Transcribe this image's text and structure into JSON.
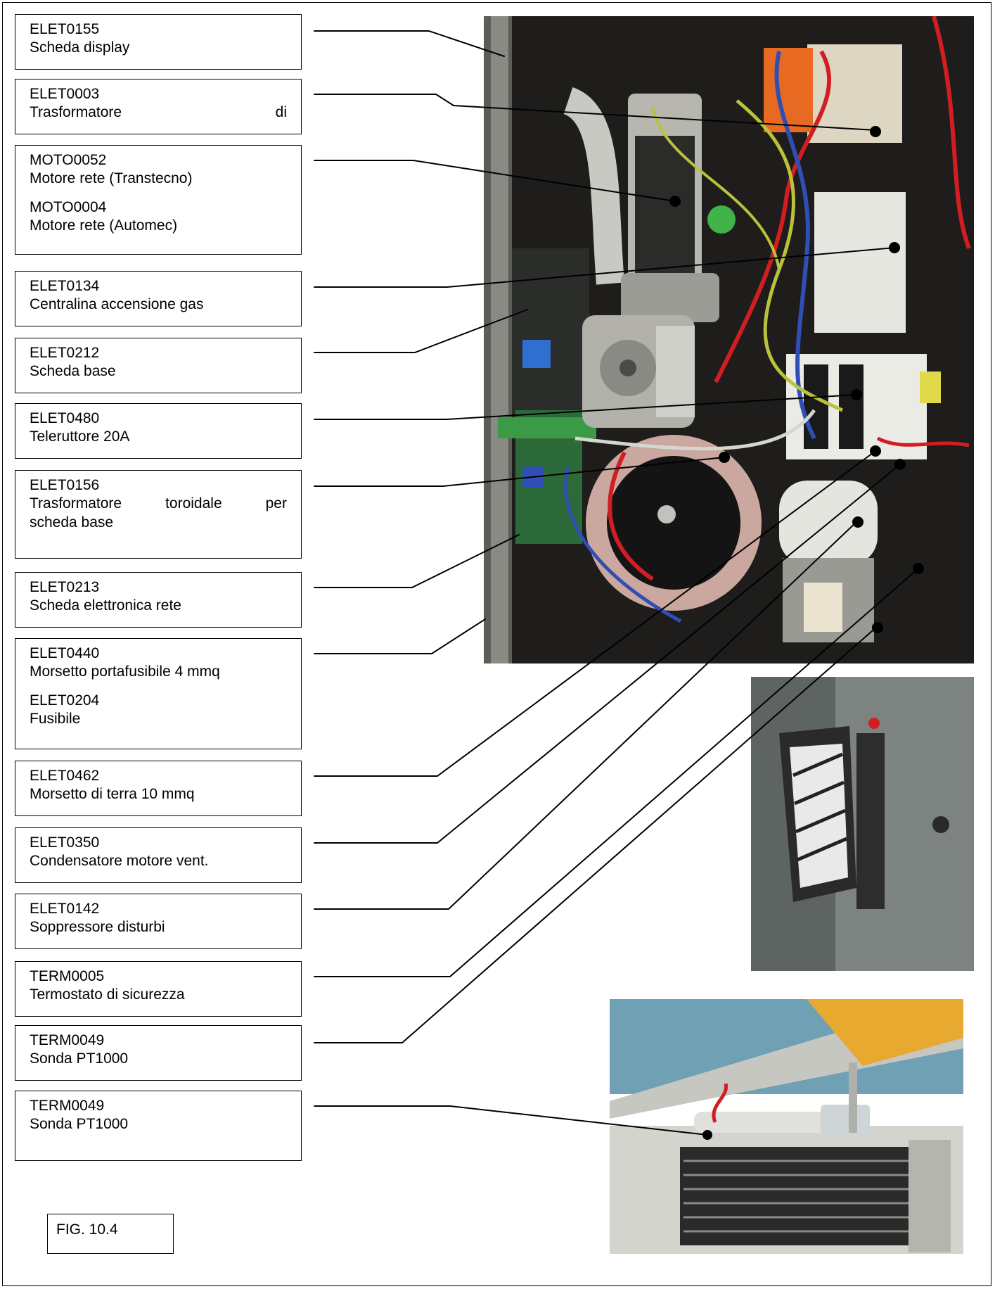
{
  "figure_label": "FIG. 10.4",
  "parts": [
    {
      "code": "ELET0155",
      "desc": [
        "Scheda display"
      ]
    },
    {
      "code": "ELET0003",
      "desc": [
        "Trasformatore",
        "di"
      ]
    },
    {
      "code": "MOTO0052",
      "desc": [
        "Motore rete (Transtecno)"
      ],
      "code2": "MOTO0004",
      "desc2": "Motore rete (Automec)"
    },
    {
      "code": "ELET0134",
      "desc": [
        "Centralina accensione gas"
      ]
    },
    {
      "code": "ELET0212",
      "desc": [
        "Scheda base"
      ]
    },
    {
      "code": "ELET0480",
      "desc": [
        "Teleruttore 20A"
      ]
    },
    {
      "code": "ELET0156",
      "desc": [
        "Trasformatore",
        "toroidale",
        "per"
      ],
      "desc_line2": "scheda base"
    },
    {
      "code": "ELET0213",
      "desc": [
        "Scheda elettronica rete"
      ]
    },
    {
      "code": "ELET0440",
      "desc": [
        "Morsetto portafusibile 4 mmq"
      ],
      "code2": "ELET0204",
      "desc2": "Fusibile"
    },
    {
      "code": "ELET0462",
      "desc": [
        "Morsetto di terra 10 mmq"
      ]
    },
    {
      "code": "ELET0350",
      "desc": [
        "Condensatore motore vent."
      ]
    },
    {
      "code": "ELET0142",
      "desc": [
        "Soppressore disturbi"
      ]
    },
    {
      "code": "TERM0005",
      "desc": [
        "Termostato di sicurezza"
      ]
    },
    {
      "code": "TERM0049",
      "desc": [
        "Sonda PT1000"
      ]
    },
    {
      "code": "TERM0049",
      "desc": [
        "Sonda PT1000"
      ]
    }
  ],
  "colors": {
    "panel_dark": "#1e1d1b",
    "metal": "#a9a9a4",
    "wire_red": "#d21e22",
    "wire_blue": "#2f4fb4",
    "wire_yellow_green": "#b9c23a",
    "terminal_orange": "#e86a22",
    "callout_line": "#000000"
  }
}
